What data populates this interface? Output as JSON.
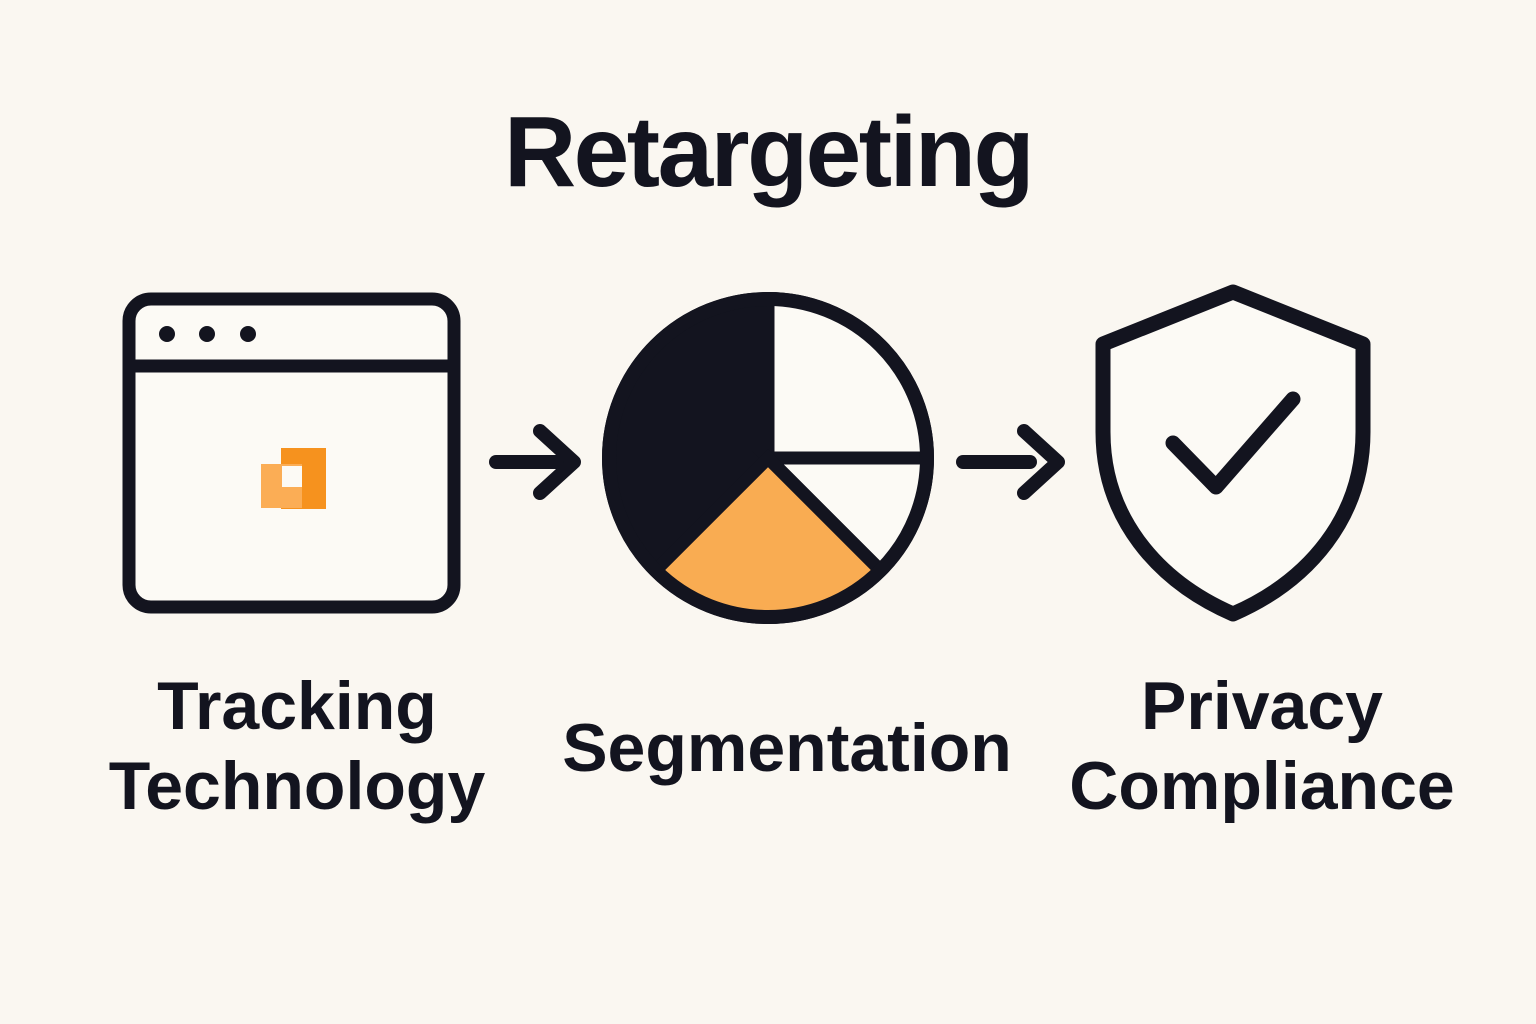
{
  "title": "Retargeting",
  "colors": {
    "background": "#faf7f1",
    "ink": "#13141f",
    "orange": "#f9ac52",
    "orange_dark": "#f6921e",
    "orange_light": "#fbad55"
  },
  "steps": [
    {
      "id": "tracking-technology",
      "icon": "browser-window-pixel-icon",
      "label": "Tracking Technology"
    },
    {
      "id": "segmentation",
      "icon": "pie-chart-icon",
      "label": "Segmentation"
    },
    {
      "id": "privacy-compliance",
      "icon": "shield-check-icon",
      "label": "Privacy Compliance"
    }
  ],
  "connectors": [
    {
      "icon": "arrow-right-icon",
      "from": "tracking-technology",
      "to": "segmentation"
    },
    {
      "icon": "arrow-right-icon",
      "from": "segmentation",
      "to": "privacy-compliance"
    }
  ],
  "pie_icon_segments": [
    {
      "fill": "ink",
      "start_deg": 90,
      "sweep_deg": 135
    },
    {
      "fill": "orange",
      "start_deg": 225,
      "sweep_deg": 90
    },
    {
      "fill": "paper",
      "start_deg": 315,
      "sweep_deg": 45
    },
    {
      "fill": "paper",
      "start_deg": 0,
      "sweep_deg": 90
    }
  ]
}
